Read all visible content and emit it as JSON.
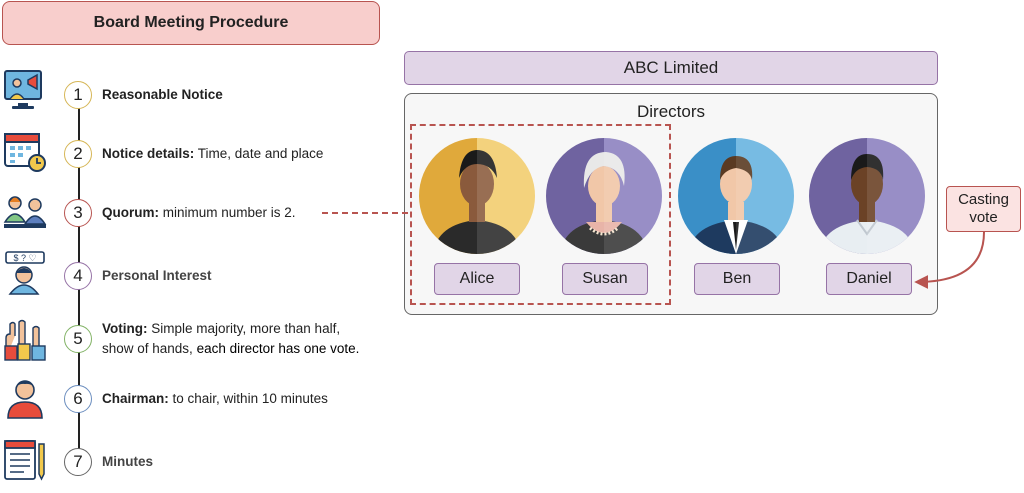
{
  "title": "Board Meeting Procedure",
  "steps": [
    {
      "number": "1",
      "bold": "Reasonable Notice",
      "rest": "",
      "rest_line2": "",
      "icon": "presentation-icon",
      "color": "#d6b656"
    },
    {
      "number": "2",
      "bold": "Notice details:",
      "rest": "Time, date and place",
      "rest_line2": "",
      "icon": "calendar-clock-icon",
      "color": "#d6b656"
    },
    {
      "number": "3",
      "bold": "Quorum:",
      "rest": "minimum number is 2.",
      "rest_line2": "",
      "icon": "meeting-people-icon",
      "color": "#b85450"
    },
    {
      "number": "4",
      "bold": "Personal Interest",
      "rest": "",
      "rest_line2": "",
      "icon": "person-money-icon",
      "color": "#9673a6"
    },
    {
      "number": "5",
      "bold": "Voting:",
      "rest": "Simple majority, more than half,",
      "rest_line2_a": "show of hands, ",
      "rest_line2_b": "each director has one vote.",
      "icon": "raised-hands-icon",
      "color": "#82b366"
    },
    {
      "number": "6",
      "bold": "Chairman:",
      "rest": "to chair, within 10 minutes",
      "rest_line2": "",
      "icon": "chairman-icon",
      "color": "#6c8ebf"
    },
    {
      "number": "7",
      "bold": "Minutes",
      "rest": "",
      "rest_line2": "",
      "icon": "notebook-pen-icon",
      "color": "#666666"
    }
  ],
  "company": "ABC Limited",
  "directors_label": "Directors",
  "directors": [
    {
      "name": "Alice",
      "icon": "woman-avatar-icon"
    },
    {
      "name": "Susan",
      "icon": "elderly-woman-avatar-icon"
    },
    {
      "name": "Ben",
      "icon": "man-suit-avatar-icon"
    },
    {
      "name": "Daniel",
      "icon": "man-avatar-icon"
    }
  ],
  "casting_vote": "Casting vote",
  "colors": {
    "title_fill": "#f8cecc",
    "title_stroke": "#b85450",
    "purple_fill": "#e1d5e7",
    "purple_stroke": "#9673a6",
    "dashed_red": "#b85450"
  }
}
